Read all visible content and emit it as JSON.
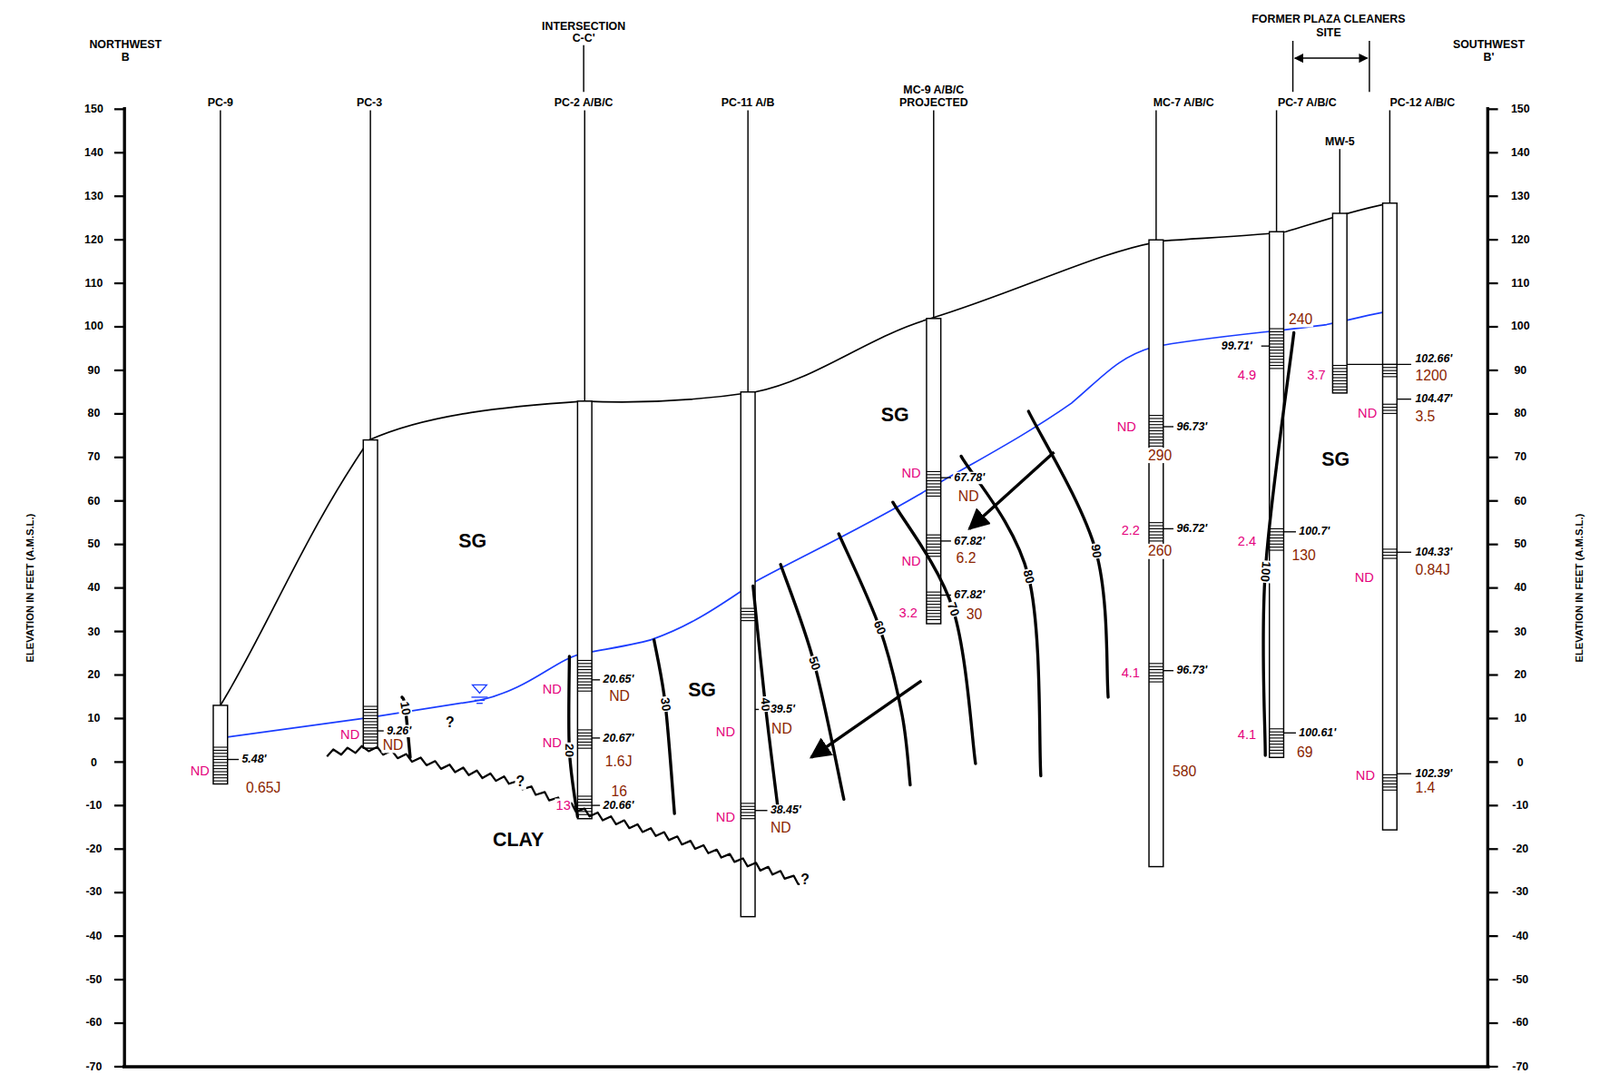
{
  "diagram": {
    "labels": [
      "NORTHWEST",
      "B",
      "INTERSECTION",
      "C-C'",
      "FORMER PLAZA CLEANERS",
      "SITE",
      "SOUTHWEST",
      "B'",
      "PC-9",
      "PC-3",
      "PC-2 A/B/C",
      "PC-11 A/B",
      "MC-9 A/B/C",
      "PROJECTED",
      "MC-7 A/B/C",
      "PC-7 A/B/C",
      "MW-5",
      "PC-12 A/B/C",
      "150",
      "140",
      "130",
      "120",
      "110",
      "100",
      "90",
      "80",
      "70",
      "60",
      "50",
      "40",
      "30",
      "20",
      "10",
      "0",
      "-10",
      "-20",
      "-30",
      "-40",
      "-50",
      "-60",
      "-70",
      "150",
      "140",
      "130",
      "120",
      "110",
      "100",
      "90",
      "80",
      "70",
      "60",
      "50",
      "40",
      "30",
      "20",
      "10",
      "0",
      "-10",
      "-20",
      "-30",
      "-40",
      "-50",
      "-60",
      "-70",
      "ELEVATION IN FEET (A.M.S.L.)",
      "ELEVATION IN FEET (A.M.S.L.)",
      "SG",
      "SG",
      "SG",
      "SG",
      "CLAY",
      "10",
      "20",
      "30",
      "40",
      "50",
      "60",
      "70",
      "80",
      "90",
      "100",
      "?",
      "?",
      "?",
      "ND",
      "5.48'",
      "0.65J",
      "ND",
      "9.26'",
      "ND",
      "ND",
      "20.65'",
      "ND",
      "ND",
      "20.67'",
      "1.6J",
      "13",
      "20.66'",
      "16",
      "ND",
      "39.5'",
      "ND",
      "ND",
      "38.45'",
      "ND",
      "ND",
      "67.78'",
      "ND",
      "ND",
      "67.82'",
      "6.2",
      "3.2",
      "67.82'",
      "30",
      "ND",
      "96.73'",
      "290",
      "2.2",
      "96.72'",
      "260",
      "4.1",
      "96.73'",
      "580",
      "240",
      "99.71'",
      "4.9",
      "2.4",
      "100.7'",
      "130",
      "4.1",
      "100.61'",
      "69",
      "3.7",
      "102.66'",
      "1200",
      "ND",
      "104.47'",
      "3.5",
      "ND",
      "104.33'",
      "0.84J",
      "ND",
      "102.39'",
      "1.4"
    ]
  }
}
